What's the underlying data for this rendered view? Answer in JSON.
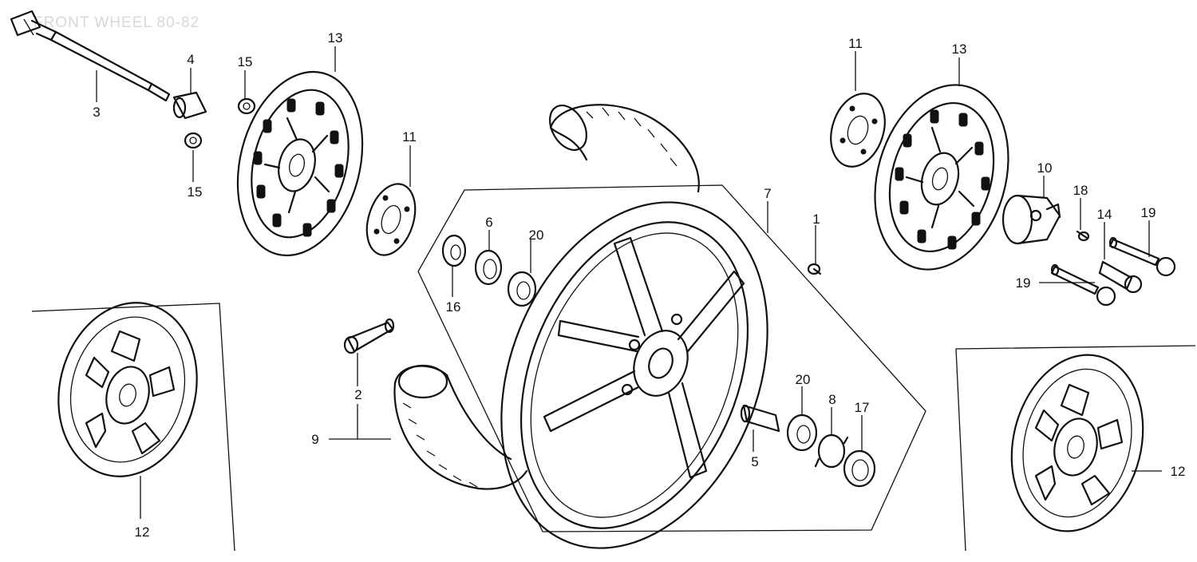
{
  "title": "FRONT WHEEL 80-82",
  "colors": {
    "ink": "#111111",
    "background": "#ffffff",
    "title_watermark": "#d8d8d8"
  },
  "callouts": [
    {
      "id": "c1",
      "label": "1"
    },
    {
      "id": "c2",
      "label": "2"
    },
    {
      "id": "c3",
      "label": "3"
    },
    {
      "id": "c4",
      "label": "4"
    },
    {
      "id": "c5",
      "label": "5"
    },
    {
      "id": "c6",
      "label": "6"
    },
    {
      "id": "c7",
      "label": "7"
    },
    {
      "id": "c8",
      "label": "8"
    },
    {
      "id": "c9",
      "label": "9"
    },
    {
      "id": "c10",
      "label": "10"
    },
    {
      "id": "c11a",
      "label": "11"
    },
    {
      "id": "c11b",
      "label": "11"
    },
    {
      "id": "c12a",
      "label": "12"
    },
    {
      "id": "c12b",
      "label": "12"
    },
    {
      "id": "c13a",
      "label": "13"
    },
    {
      "id": "c13b",
      "label": "13"
    },
    {
      "id": "c14",
      "label": "14"
    },
    {
      "id": "c15a",
      "label": "15"
    },
    {
      "id": "c15b",
      "label": "15"
    },
    {
      "id": "c16",
      "label": "16"
    },
    {
      "id": "c17",
      "label": "17"
    },
    {
      "id": "c18",
      "label": "18"
    },
    {
      "id": "c19a",
      "label": "19"
    },
    {
      "id": "c19b",
      "label": "19"
    },
    {
      "id": "c20a",
      "label": "20"
    },
    {
      "id": "c20b",
      "label": "20"
    }
  ]
}
